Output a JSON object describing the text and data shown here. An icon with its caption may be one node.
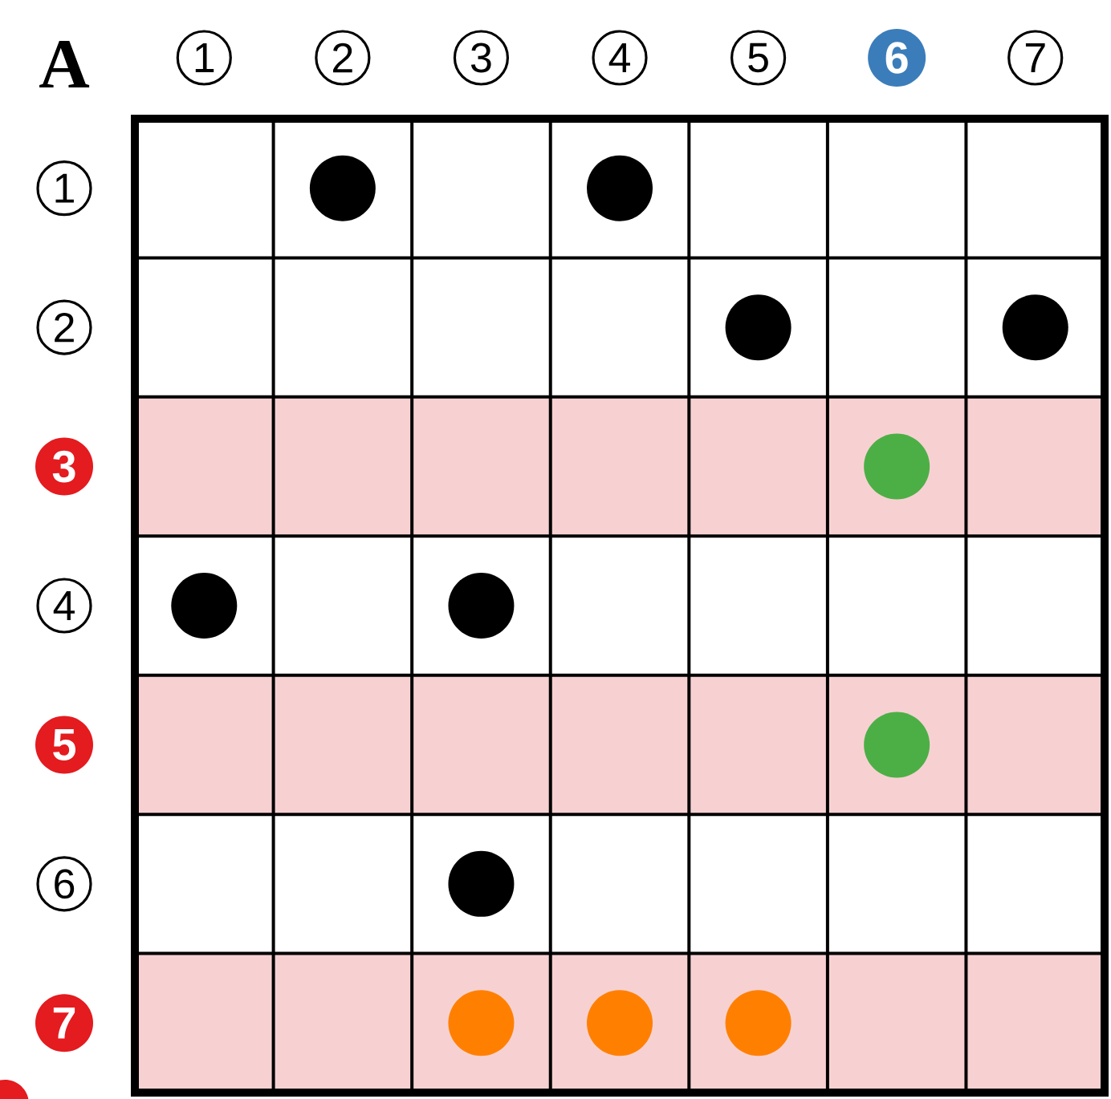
{
  "diagram": {
    "nodes": [
      {
        "text": [],
        "shape": "circle"
      },
      {
        "text": [],
        "shape": "circle"
      },
      {
        "text": [],
        "shape": "circle"
      },
      {
        "text": [],
        "shape": "circle"
      },
      {
        "text": [],
        "shape": "circle"
      },
      {
        "text": [],
        "shape": "circle"
      },
      {
        "text": [],
        "shape": "circle"
      },
      {
        "text": [],
        "shape": "circle"
      },
      {
        "text": [],
        "shape": "circle"
      },
      {
        "text": [],
        "shape": "circle"
      },
      {
        "text": [],
        "shape": "circle"
      },
      {
        "text": [],
        "shape": "circle"
      }
    ],
    "labels": [
      "A",
      "1",
      "2",
      "3",
      "4",
      "5",
      "6",
      "7",
      "1",
      "2",
      "3",
      "4",
      "5",
      "6",
      "7"
    ]
  }
}
